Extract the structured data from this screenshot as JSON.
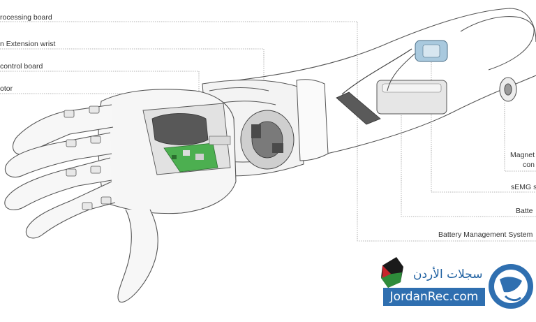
{
  "labels": {
    "processing_board": "rocessing board",
    "extension_wrist": "n Extension wrist",
    "control_board": "control board",
    "motor": "otor",
    "magnet_line1": "Magnet",
    "magnet_line2": "con",
    "semg": "sEMG s",
    "battery": "Batte",
    "bms": "Battery Management System"
  },
  "watermark": {
    "arabic": "سجلات الأردن",
    "domain": "JordanRec.com",
    "colors": {
      "blue": "#2f6fb0",
      "red": "#c8242c",
      "green": "#2e8b3a",
      "black": "#1a1a1a"
    }
  },
  "colors": {
    "line": "#555555",
    "leader": "#9a9a9a",
    "board_green": "#4caf50",
    "battery_grey": "#555555",
    "sensor_blue": "#a9c9de"
  }
}
